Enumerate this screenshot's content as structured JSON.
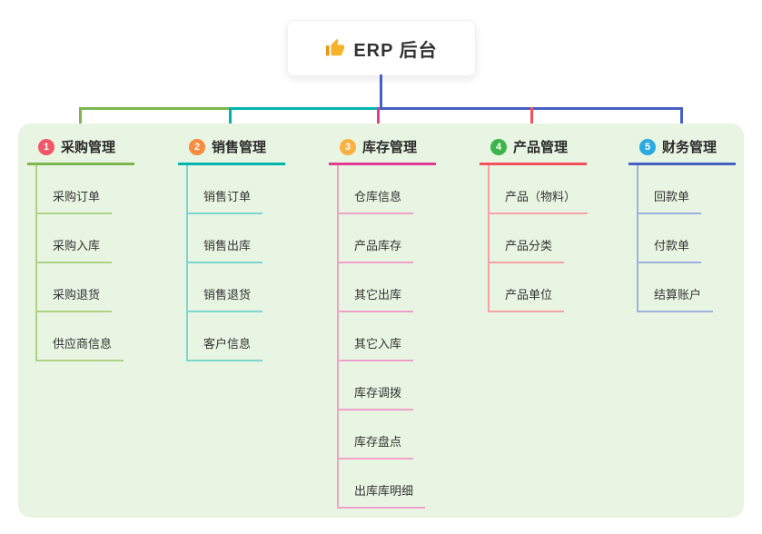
{
  "root": {
    "title": "ERP 后台",
    "icon": "thumbs-up-icon",
    "connector_color": "#4560c4"
  },
  "canvas": {
    "background": "#ffffff",
    "panel_background": "#e8f5e2"
  },
  "branches": [
    {
      "badge": "1",
      "title": "采购管理",
      "colors": {
        "badge": "#f25768",
        "line": "#7db64f",
        "child": "#aed387"
      },
      "children": [
        "采购订单",
        "采购入库",
        "采购退货",
        "供应商信息"
      ]
    },
    {
      "badge": "2",
      "title": "销售管理",
      "colors": {
        "badge": "#f68c3d",
        "line": "#00b5ad",
        "child": "#7ad6cf"
      },
      "children": [
        "销售订单",
        "销售出库",
        "销售退货",
        "客户信息"
      ]
    },
    {
      "badge": "3",
      "title": "库存管理",
      "colors": {
        "badge": "#fbb042",
        "line": "#e23b94",
        "child": "#f0a0ca"
      },
      "children": [
        "仓库信息",
        "产品库存",
        "其它出库",
        "其它入库",
        "库存调拨",
        "库存盘点",
        "出库库明细"
      ]
    },
    {
      "badge": "4",
      "title": "产品管理",
      "colors": {
        "badge": "#3eb54b",
        "line": "#f4515e",
        "child": "#f8a2a8"
      },
      "children": [
        "产品（物料）",
        "产品分类",
        "产品单位"
      ]
    },
    {
      "badge": "5",
      "title": "财务管理",
      "colors": {
        "badge": "#2ba9e0",
        "line": "#4560c4",
        "child": "#9fb2de"
      },
      "children": [
        "回款单",
        "付款单",
        "结算账户"
      ]
    }
  ]
}
